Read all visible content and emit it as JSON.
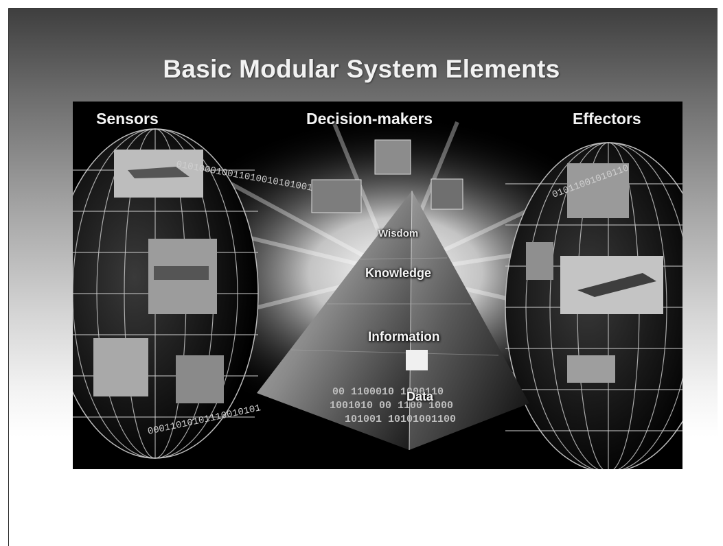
{
  "slide": {
    "title": "Basic Modular System Elements"
  },
  "headers": {
    "sensors": "Sensors",
    "decision_makers": "Decision-makers",
    "effectors": "Effectors"
  },
  "pyramid": {
    "tiers": {
      "wisdom": "Wisdom",
      "knowledge": "Knowledge",
      "information": "Information",
      "data": "Data"
    },
    "binary_lines": [
      "00 1100010 1000110",
      "1001010 00 1100 1000",
      "101001 10101001100"
    ]
  },
  "binary_streams": {
    "left_top": "0101000100110100101010010",
    "left_bottom": "00011010101110010101",
    "right": "01011001010110"
  },
  "colors": {
    "panel_bg": "#000000",
    "title_text": "#f2f2f2",
    "header_text": "#f4f4f4"
  }
}
